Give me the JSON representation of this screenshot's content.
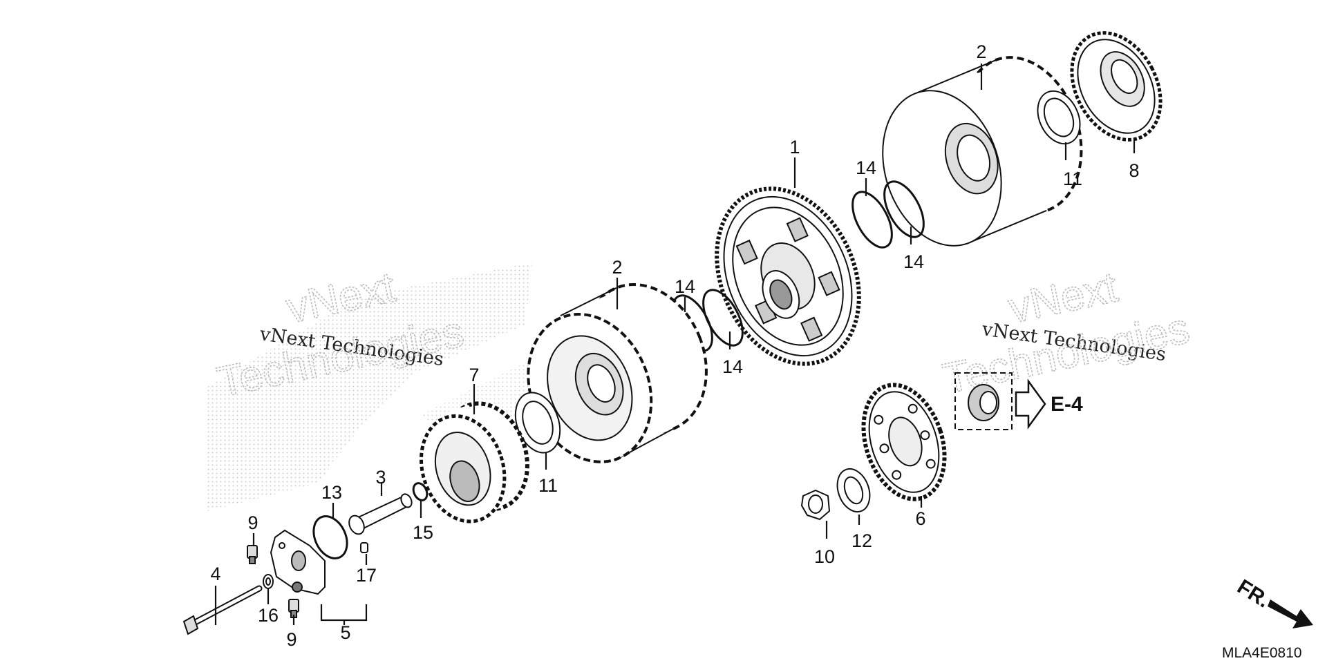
{
  "watermarks": [
    {
      "big_top": "vNext",
      "small": "vNext Technologies",
      "big_bottom": "Technologies"
    },
    {
      "big_top": "vNext",
      "small": "vNext Technologies",
      "big_bottom": "Technologies"
    }
  ],
  "callouts": {
    "c1": "1",
    "c2a": "2",
    "c2b": "2",
    "c3": "3",
    "c4": "4",
    "c5": "5",
    "c6": "6",
    "c7": "7",
    "c8": "8",
    "c9a": "9",
    "c9b": "9",
    "c10": "10",
    "c11a": "11",
    "c11b": "11",
    "c12": "12",
    "c13": "13",
    "c14a": "14",
    "c14b": "14",
    "c14c": "14",
    "c14d": "14",
    "c15": "15",
    "c16": "16",
    "c17": "17"
  },
  "reference": {
    "label": "E-4"
  },
  "direction": {
    "label": "FR."
  },
  "diagram_code": "MLA4E0810"
}
